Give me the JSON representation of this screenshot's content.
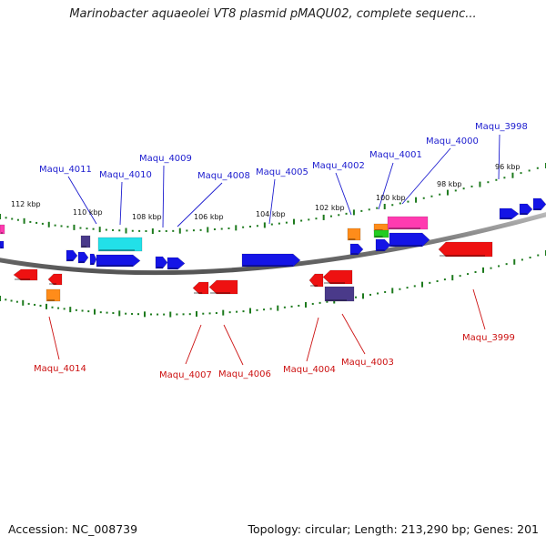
{
  "title": "Marinobacter aquaeolei VT8 plasmid pMAQU02, complete sequenc...",
  "footer": {
    "accession": "Accession: NC_008739",
    "summary": "Topology: circular; Length: 213,290 bp; Genes: 201"
  },
  "colors": {
    "forward_label": "#1c1ccf",
    "reverse_label": "#cc1111",
    "backbone": "#888888",
    "tick_marks": "#1d7a1d"
  },
  "scale_ticks": [
    "112 kbp",
    "110 kbp",
    "108 kbp",
    "106 kbp",
    "104 kbp",
    "102 kbp",
    "100 kbp",
    "98 kbp",
    "96 kbp"
  ],
  "forward_genes": [
    {
      "label": "Maqu_4011"
    },
    {
      "label": "Maqu_4010"
    },
    {
      "label": "Maqu_4009"
    },
    {
      "label": "Maqu_4008"
    },
    {
      "label": "Maqu_4005"
    },
    {
      "label": "Maqu_4002"
    },
    {
      "label": "Maqu_4001"
    },
    {
      "label": "Maqu_4000"
    },
    {
      "label": "Maqu_3998"
    }
  ],
  "reverse_genes": [
    {
      "label": "Maqu_4014"
    },
    {
      "label": "Maqu_4007"
    },
    {
      "label": "Maqu_4006"
    },
    {
      "label": "Maqu_4004"
    },
    {
      "label": "Maqu_4003"
    },
    {
      "label": "Maqu_3999"
    }
  ]
}
